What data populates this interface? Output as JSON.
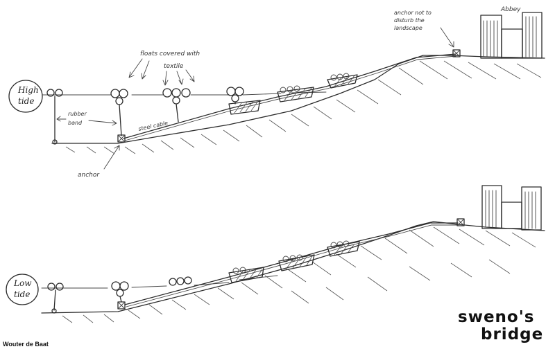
{
  "labels": {
    "floats": "floats covered with",
    "textile": "textile",
    "rubber_band_1": "rubber",
    "rubber_band_2": "band",
    "steel_cable": "steel cable",
    "anchor": "anchor",
    "anchor_note_1": "anchor not to",
    "anchor_note_2": "disturb the",
    "anchor_note_3": "landscape",
    "abbey": "Abbey",
    "high_tide_1": "High",
    "high_tide_2": "tide",
    "low_tide_1": "Low",
    "low_tide_2": "tide"
  },
  "title": {
    "line1": "sweno's",
    "line2": "bridge"
  },
  "author": "Wouter de Baat"
}
